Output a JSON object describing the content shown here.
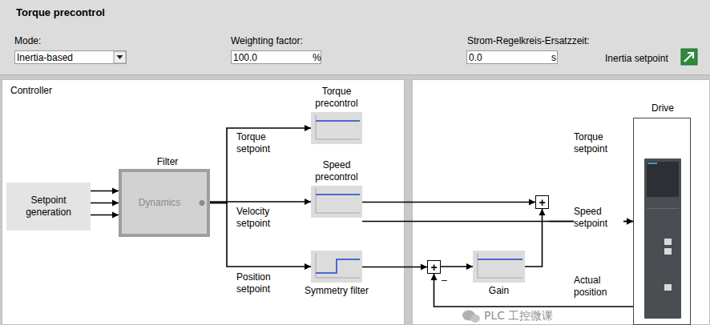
{
  "diagram": {
    "title": "Torque precontrol",
    "nodes": [
      {
        "text": [
          "Setpoint generation"
        ]
      },
      {
        "text": [
          "Filter",
          "Dynamics"
        ]
      },
      {
        "text": [
          "Torque precontrol"
        ]
      },
      {
        "text": [
          "Speed precontrol"
        ]
      },
      {
        "text": [
          "Symmetry filter"
        ]
      },
      {
        "text": [
          "+"
        ]
      },
      {
        "text": [
          "Gain"
        ]
      },
      {
        "text": [
          "+"
        ]
      },
      {
        "text": [
          "Drive"
        ]
      }
    ],
    "edges": [
      {
        "from": 0,
        "to": 1,
        "arrow": "to"
      },
      {
        "from": 1,
        "to": 2,
        "label": "Torque setpoint",
        "arrow": "to"
      },
      {
        "from": 1,
        "to": 3,
        "label": "Velocity setpoint",
        "arrow": "to"
      },
      {
        "from": 1,
        "to": 4,
        "label": "Position setpoint",
        "arrow": "to"
      },
      {
        "from": 2,
        "to": 8,
        "label": "Torque setpoint",
        "arrow": "to"
      },
      {
        "from": 3,
        "to": 7,
        "arrow": "to"
      },
      {
        "from": 7,
        "to": 8,
        "label": "Speed setpoint",
        "arrow": "to"
      },
      {
        "from": 4,
        "to": 5,
        "arrow": "to"
      },
      {
        "from": 5,
        "to": 6,
        "arrow": "to"
      },
      {
        "from": 6,
        "to": 7,
        "arrow": "to"
      },
      {
        "from": 8,
        "to": 5,
        "label": "Actual position",
        "arrow": "to"
      }
    ],
    "labels": [
      "Mode:",
      "Inertia-based",
      "Weighting factor:",
      "100.0",
      "%",
      "Strom-Regelkreis-Ersatzzeit:",
      "0.0",
      "s",
      "Inertia setpoint",
      "Controller",
      "–",
      "PLC 工控微课"
    ]
  }
}
